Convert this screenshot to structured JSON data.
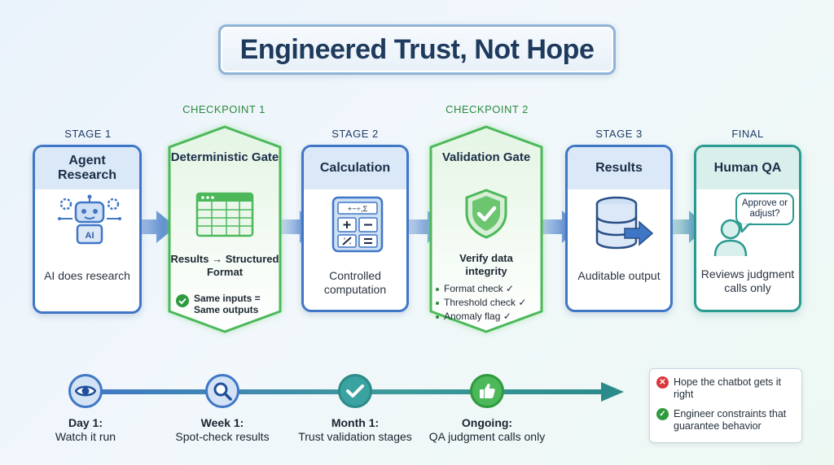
{
  "title": "Engineered Trust, Not Hope",
  "stages": [
    {
      "label": "STAGE 1",
      "title": "Agent Research",
      "text": "AI does research",
      "icon": "robot-ai-icon",
      "icon_text": "AI"
    },
    {
      "label": "CHECKPOINT 1",
      "title": "Deterministic Gate",
      "text": "Results → Structured Format",
      "note": "Same inputs = Same outputs",
      "icon": "spreadsheet-icon"
    },
    {
      "label": "STAGE 2",
      "title": "Calculation",
      "text": "Controlled computation",
      "icon": "calculator-icon",
      "icon_text": "+−÷,Σ"
    },
    {
      "label": "CHECKPOINT 2",
      "title": "Validation Gate",
      "text": "Verify data integrity",
      "checks": [
        "Format check ✓",
        "Threshold check ✓",
        "Anomaly flag ✓"
      ],
      "icon": "shield-check-icon"
    },
    {
      "label": "STAGE 3",
      "title": "Results",
      "text": "Auditable output",
      "icon": "database-export-icon"
    },
    {
      "label": "FINAL",
      "title": "Human QA",
      "text": "Reviews judgment calls only",
      "bubble": "Approve or adjust?",
      "icon": "person-icon"
    }
  ],
  "timeline": [
    {
      "head": "Day 1:",
      "sub": "Watch it run",
      "icon": "eye-icon"
    },
    {
      "head": "Week 1:",
      "sub": "Spot-check results",
      "icon": "magnifier-icon"
    },
    {
      "head": "Month 1:",
      "sub": "Trust validation stages",
      "icon": "check-circle-icon"
    },
    {
      "head": "Ongoing:",
      "sub": "QA judgment calls only",
      "icon": "thumbs-up-icon"
    }
  ],
  "legend": [
    {
      "text": "Hope the chatbot gets it right",
      "icon": "x-icon",
      "color": "#d9373b"
    },
    {
      "text": "Engineer constraints that guarantee behavior",
      "icon": "check-icon",
      "color": "#2e9a3e"
    }
  ],
  "colors": {
    "blue": "#3f77c6",
    "green": "#4cb85a",
    "teal": "#2b9a8f"
  }
}
